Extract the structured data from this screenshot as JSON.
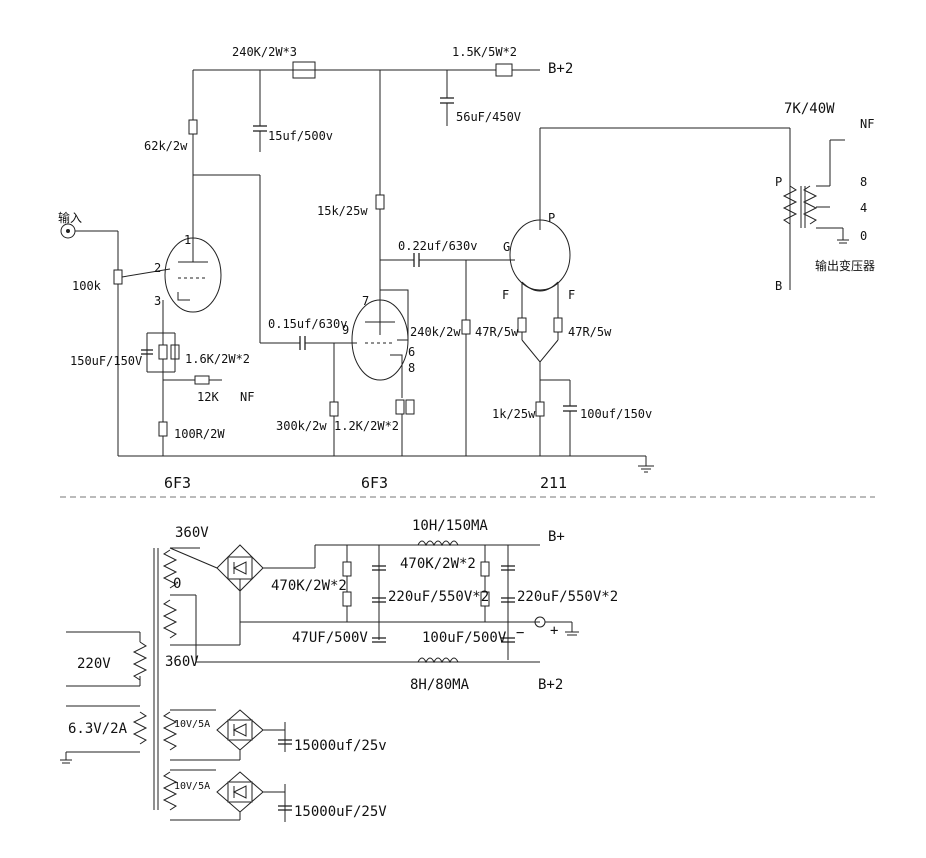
{
  "amp": {
    "labels": {
      "r_240k_top": "240K/2W*3",
      "r_1k5": "1.5K/5W*2",
      "bplus2_top": "B+2",
      "c_56u": "56uF/450V",
      "c_15u": "15uf/500v",
      "r_62k": "62k/2w",
      "r_15k": "15k/25w",
      "c_022u": "0.22uf/630v",
      "input": "输入",
      "r_100k": "100k",
      "c_150u": "150uF/150V",
      "r_1k6": "1.6K/2W*2",
      "r_12k": "12K",
      "nf_left": "NF",
      "r_100r": "100R/2W",
      "c_015u": "0.15uf/630v",
      "r_240k_mid": "240k/2w",
      "r_300k": "300k/2w",
      "r_1k2": "1.2K/2W*2",
      "r_47r_l": "47R/5w",
      "r_47r_r": "47R/5w",
      "r_1k25": "1k/25w",
      "c_100u": "100uf/150v",
      "ot_rating": "7K/40W",
      "nf_right": "NF",
      "ot_p1": "P",
      "ot_p2": "P",
      "ot_b": "B",
      "ot_f1": "F",
      "ot_f2": "F",
      "ot_g": "G",
      "tap8": "8",
      "tap4": "4",
      "tap0": "0",
      "ot_name": "输出变压器",
      "pin1": "1",
      "pin2": "2",
      "pin3": "3",
      "pin7": "7",
      "pin9": "9",
      "pin6": "6",
      "pin8": "8"
    },
    "tubes": [
      "6F3",
      "6F3",
      "211"
    ]
  },
  "psu": {
    "labels": {
      "v360_top": "360V",
      "v0": "0",
      "v360_bot": "360V",
      "choke1": "10H/150MA",
      "bplus": "B+",
      "r_470k_a": "470K/2W*2",
      "r_470k_b": "470K/2W*2",
      "c_220u_a": "220uF/550V*2",
      "c_220u_b": "220uF/550V*2",
      "c_47u": "47UF/500V",
      "c_100u": "100uF/500V",
      "minus": "−",
      "plus": "+",
      "choke2": "8H/80MA",
      "bplus2": "B+2",
      "mains": "220V",
      "fil": "6.3V/2A",
      "sec1": "10V/5A",
      "sec2": "10V/5A",
      "c_15000_a": "15000uf/25v",
      "c_15000_b": "15000uF/25V"
    }
  }
}
